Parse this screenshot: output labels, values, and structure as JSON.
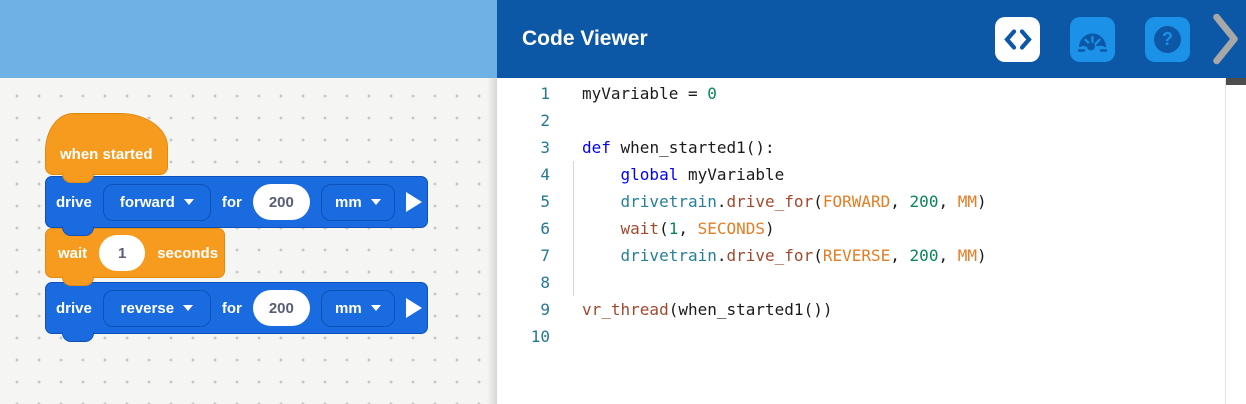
{
  "left_panel": {
    "colors": {
      "event_orange": "#f79b1f",
      "drive_blue": "#1a6be0"
    },
    "blocks": {
      "when_started": {
        "label": "when started"
      },
      "drive_forward": {
        "verb": "drive",
        "direction": "forward",
        "for_label": "for",
        "distance": "200",
        "unit": "mm"
      },
      "wait": {
        "verb": "wait",
        "duration": "1",
        "unit_label": "seconds"
      },
      "drive_reverse": {
        "verb": "drive",
        "direction": "reverse",
        "for_label": "for",
        "distance": "200",
        "unit": "mm"
      }
    }
  },
  "code_viewer": {
    "title": "Code Viewer",
    "toolbar": {
      "help_glyph": "?"
    },
    "colors": {
      "header_blue": "#0d58a6",
      "button_blue": "#1b91e8",
      "chevron_gray": "#a8a8a8"
    },
    "code": {
      "colors": {
        "fg": "#1b1b1b",
        "kw": "#0000ff",
        "num": "#098658",
        "type": "#267f99",
        "func": "#a1492d",
        "const": "#e57c23",
        "line_num": "#237893"
      },
      "lines": [
        {
          "num": "1",
          "indent": 0,
          "guide": false,
          "segments": [
            {
              "t": "myVariable = ",
              "c": "fg"
            },
            {
              "t": "0",
              "c": "num"
            }
          ]
        },
        {
          "num": "2",
          "indent": 0,
          "guide": false,
          "segments": []
        },
        {
          "num": "3",
          "indent": 0,
          "guide": false,
          "segments": [
            {
              "t": "def",
              "c": "kw"
            },
            {
              "t": " when_started1():",
              "c": "fg"
            }
          ]
        },
        {
          "num": "4",
          "indent": 4,
          "guide": true,
          "segments": [
            {
              "t": "global",
              "c": "kw"
            },
            {
              "t": " myVariable",
              "c": "fg"
            }
          ]
        },
        {
          "num": "5",
          "indent": 4,
          "guide": true,
          "segments": [
            {
              "t": "drivetrain",
              "c": "type"
            },
            {
              "t": ".",
              "c": "fg"
            },
            {
              "t": "drive_for",
              "c": "func"
            },
            {
              "t": "(",
              "c": "fg"
            },
            {
              "t": "FORWARD",
              "c": "const"
            },
            {
              "t": ", ",
              "c": "fg"
            },
            {
              "t": "200",
              "c": "num"
            },
            {
              "t": ", ",
              "c": "fg"
            },
            {
              "t": "MM",
              "c": "const"
            },
            {
              "t": ")",
              "c": "fg"
            }
          ]
        },
        {
          "num": "6",
          "indent": 4,
          "guide": true,
          "segments": [
            {
              "t": "wait",
              "c": "func"
            },
            {
              "t": "(",
              "c": "fg"
            },
            {
              "t": "1",
              "c": "num"
            },
            {
              "t": ", ",
              "c": "fg"
            },
            {
              "t": "SECONDS",
              "c": "const"
            },
            {
              "t": ")",
              "c": "fg"
            }
          ]
        },
        {
          "num": "7",
          "indent": 4,
          "guide": true,
          "segments": [
            {
              "t": "drivetrain",
              "c": "type"
            },
            {
              "t": ".",
              "c": "fg"
            },
            {
              "t": "drive_for",
              "c": "func"
            },
            {
              "t": "(",
              "c": "fg"
            },
            {
              "t": "REVERSE",
              "c": "const"
            },
            {
              "t": ", ",
              "c": "fg"
            },
            {
              "t": "200",
              "c": "num"
            },
            {
              "t": ", ",
              "c": "fg"
            },
            {
              "t": "MM",
              "c": "const"
            },
            {
              "t": ")",
              "c": "fg"
            }
          ]
        },
        {
          "num": "8",
          "indent": 0,
          "guide": true,
          "segments": []
        },
        {
          "num": "9",
          "indent": 0,
          "guide": false,
          "segments": [
            {
              "t": "vr_thread",
              "c": "func"
            },
            {
              "t": "(when_started1())",
              "c": "fg"
            }
          ]
        },
        {
          "num": "10",
          "indent": 0,
          "guide": false,
          "segments": []
        }
      ]
    }
  }
}
